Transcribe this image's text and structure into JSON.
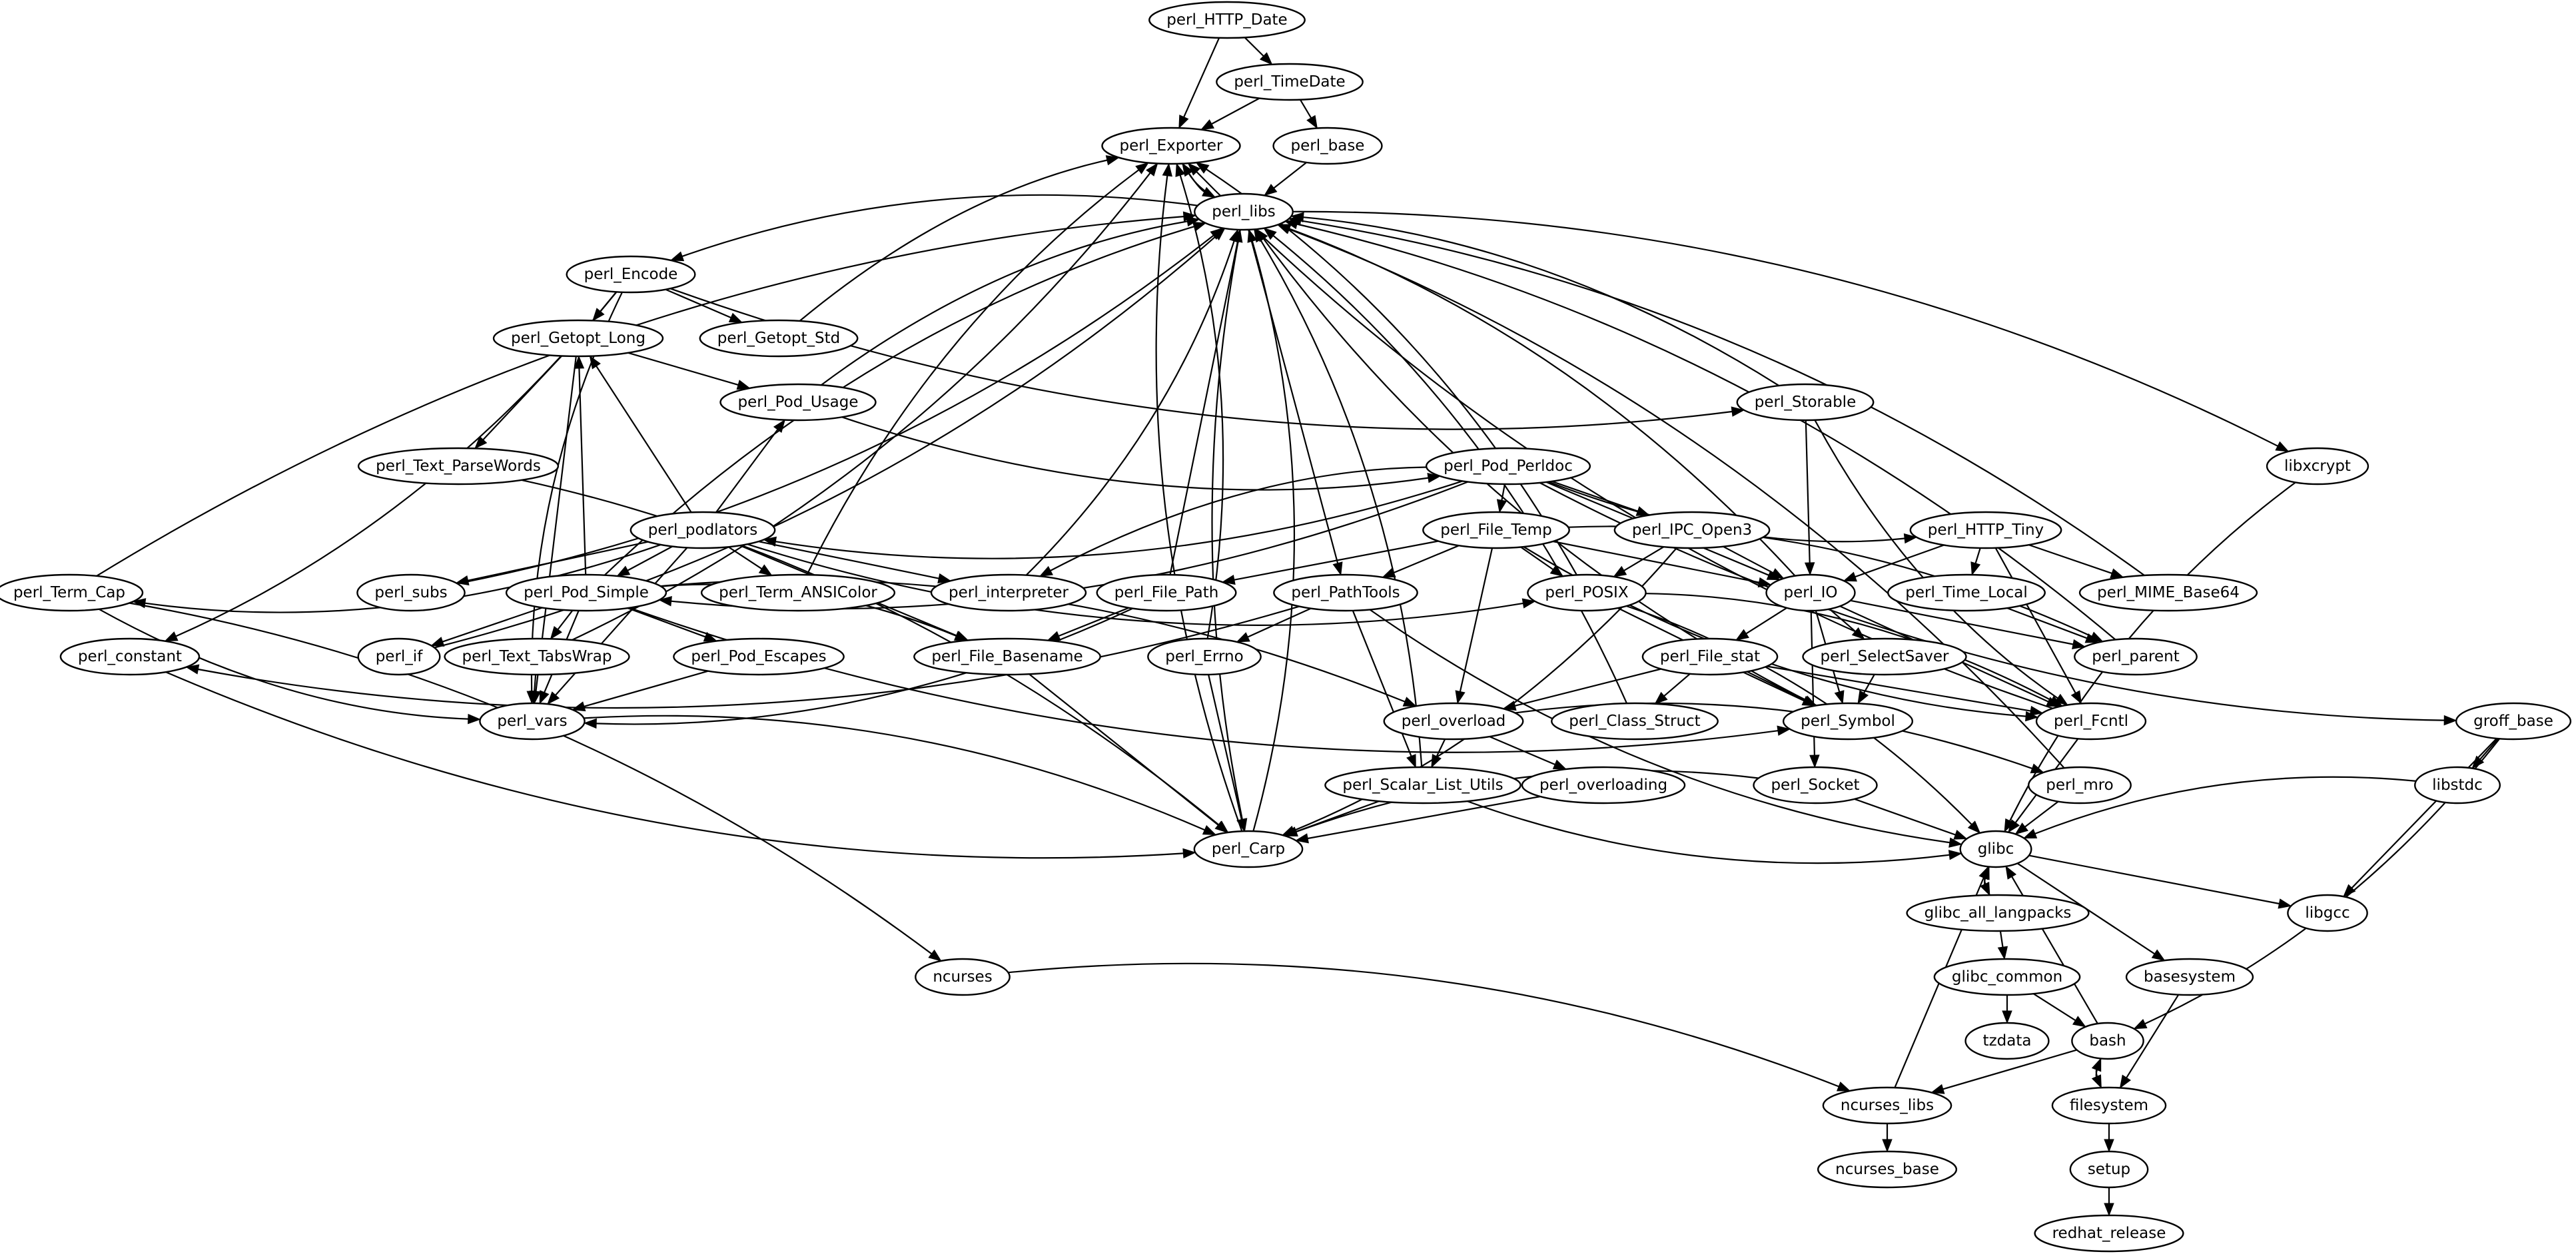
{
  "diagram": {
    "type": "directed-graph",
    "title": "",
    "colors": {
      "background": "#ffffff",
      "stroke": "#000000",
      "node_fill": "#ffffff",
      "text": "#000000"
    },
    "nodes": [
      "perl_HTTP_Date",
      "perl_TimeDate",
      "perl_Exporter",
      "perl_base",
      "perl_libs",
      "perl_Encode",
      "perl_Getopt_Long",
      "perl_Getopt_Std",
      "perl_Pod_Usage",
      "perl_Storable",
      "perl_Text_ParseWords",
      "libxcrypt",
      "perl_Pod_Perldoc",
      "perl_podlators",
      "perl_File_Temp",
      "perl_IPC_Open3",
      "perl_HTTP_Tiny",
      "perl_Term_Cap",
      "perl_subs",
      "perl_Pod_Simple",
      "perl_Term_ANSIColor",
      "perl_interpreter",
      "perl_File_Path",
      "perl_PathTools",
      "perl_POSIX",
      "perl_IO",
      "perl_Time_Local",
      "perl_MIME_Base64",
      "perl_constant",
      "perl_if",
      "perl_Text_TabsWrap",
      "perl_Pod_Escapes",
      "perl_File_Basename",
      "perl_Errno",
      "perl_File_stat",
      "perl_SelectSaver",
      "perl_parent",
      "perl_vars",
      "perl_overload",
      "perl_Class_Struct",
      "perl_Symbol",
      "perl_Fcntl",
      "groff_base",
      "perl_Scalar_List_Utils",
      "perl_overloading",
      "perl_Socket",
      "perl_mro",
      "libstdc",
      "perl_Carp",
      "glibc",
      "glibc_all_langpacks",
      "libgcc",
      "ncurses",
      "glibc_common",
      "basesystem",
      "tzdata",
      "bash",
      "ncurses_libs",
      "filesystem",
      "ncurses_base",
      "setup",
      "redhat_release"
    ],
    "edges": [
      [
        "perl_HTTP_Date",
        "perl_TimeDate"
      ],
      [
        "perl_HTTP_Date",
        "perl_Exporter"
      ],
      [
        "perl_TimeDate",
        "perl_Exporter"
      ],
      [
        "perl_TimeDate",
        "perl_base"
      ],
      [
        "perl_base",
        "perl_libs"
      ],
      [
        "perl_Exporter",
        "perl_libs"
      ],
      [
        "perl_libs",
        "perl_Exporter"
      ],
      [
        "perl_libs",
        "perl_Encode"
      ],
      [
        "perl_libs",
        "perl_PathTools"
      ],
      [
        "perl_libs",
        "perl_Carp"
      ],
      [
        "perl_libs",
        "libxcrypt"
      ],
      [
        "perl_Carp",
        "perl_libs"
      ],
      [
        "perl_Carp",
        "perl_Exporter"
      ],
      [
        "perl_Encode",
        "perl_Getopt_Long"
      ],
      [
        "perl_Encode",
        "perl_Getopt_Std"
      ],
      [
        "perl_Encode",
        "perl_Storable"
      ],
      [
        "perl_Encode",
        "perl_constant"
      ],
      [
        "perl_Encode",
        "perl_vars"
      ],
      [
        "perl_Getopt_Std",
        "perl_Exporter"
      ],
      [
        "perl_Getopt_Long",
        "perl_Text_ParseWords"
      ],
      [
        "perl_Getopt_Long",
        "perl_Pod_Usage"
      ],
      [
        "perl_Getopt_Long",
        "perl_vars"
      ],
      [
        "perl_Pod_Usage",
        "perl_libs"
      ],
      [
        "perl_Pod_Usage",
        "perl_Pod_Perldoc"
      ],
      [
        "perl_Text_ParseWords",
        "perl_Carp"
      ],
      [
        "perl_Storable",
        "perl_libs"
      ],
      [
        "perl_Storable",
        "perl_IO"
      ],
      [
        "perl_Storable",
        "perl_Fcntl"
      ],
      [
        "perl_Pod_Perldoc",
        "perl_podlators"
      ],
      [
        "perl_Pod_Perldoc",
        "perl_File_Temp"
      ],
      [
        "perl_Pod_Perldoc",
        "perl_IPC_Open3"
      ],
      [
        "perl_Pod_Perldoc",
        "perl_HTTP_Tiny"
      ],
      [
        "perl_Pod_Perldoc",
        "perl_Pod_Simple"
      ],
      [
        "perl_Pod_Perldoc",
        "perl_interpreter"
      ],
      [
        "perl_Pod_Perldoc",
        "perl_IO"
      ],
      [
        "perl_Pod_Perldoc",
        "groff_base"
      ],
      [
        "perl_podlators",
        "perl_Getopt_Long"
      ],
      [
        "perl_podlators",
        "perl_Pod_Usage"
      ],
      [
        "perl_podlators",
        "perl_Term_Cap"
      ],
      [
        "perl_podlators",
        "perl_subs"
      ],
      [
        "perl_podlators",
        "perl_Pod_Simple"
      ],
      [
        "perl_podlators",
        "perl_Term_ANSIColor"
      ],
      [
        "perl_podlators",
        "perl_interpreter"
      ],
      [
        "perl_podlators",
        "perl_POSIX"
      ],
      [
        "perl_podlators",
        "perl_File_Basename"
      ],
      [
        "perl_podlators",
        "perl_vars"
      ],
      [
        "perl_Term_Cap",
        "perl_libs"
      ],
      [
        "perl_Term_Cap",
        "perl_vars"
      ],
      [
        "perl_Term_Cap",
        "ncurses"
      ],
      [
        "perl_subs",
        "perl_libs"
      ],
      [
        "perl_Term_ANSIColor",
        "perl_Exporter"
      ],
      [
        "perl_interpreter",
        "perl_libs"
      ],
      [
        "perl_Pod_Simple",
        "perl_libs"
      ],
      [
        "perl_Pod_Simple",
        "perl_Getopt_Long"
      ],
      [
        "perl_Pod_Simple",
        "perl_if"
      ],
      [
        "perl_Pod_Simple",
        "perl_Text_TabsWrap"
      ],
      [
        "perl_Pod_Simple",
        "perl_Pod_Escapes"
      ],
      [
        "perl_Pod_Simple",
        "perl_vars"
      ],
      [
        "perl_Pod_Simple",
        "perl_File_Basename"
      ],
      [
        "perl_Pod_Simple",
        "perl_Symbol"
      ],
      [
        "perl_Pod_Simple",
        "perl_overload"
      ],
      [
        "perl_if",
        "perl_libs"
      ],
      [
        "perl_Text_TabsWrap",
        "perl_vars"
      ],
      [
        "perl_Text_TabsWrap",
        "perl_Exporter"
      ],
      [
        "perl_Pod_Escapes",
        "perl_vars"
      ],
      [
        "perl_constant",
        "perl_Carp"
      ],
      [
        "perl_vars",
        "perl_Carp"
      ],
      [
        "perl_File_Temp",
        "perl_File_Path"
      ],
      [
        "perl_File_Temp",
        "perl_PathTools"
      ],
      [
        "perl_File_Temp",
        "perl_POSIX"
      ],
      [
        "perl_File_Temp",
        "perl_IO"
      ],
      [
        "perl_File_Temp",
        "perl_overload"
      ],
      [
        "perl_File_Temp",
        "perl_parent"
      ],
      [
        "perl_File_Temp",
        "perl_Fcntl"
      ],
      [
        "perl_File_Path",
        "perl_libs"
      ],
      [
        "perl_File_Path",
        "perl_File_Basename"
      ],
      [
        "perl_File_Path",
        "perl_vars"
      ],
      [
        "perl_File_Basename",
        "perl_Carp"
      ],
      [
        "perl_PathTools",
        "perl_constant"
      ],
      [
        "perl_PathTools",
        "perl_Errno"
      ],
      [
        "perl_PathTools",
        "perl_Scalar_List_Utils"
      ],
      [
        "perl_PathTools",
        "glibc"
      ],
      [
        "perl_Errno",
        "perl_Carp"
      ],
      [
        "perl_Errno",
        "perl_Exporter"
      ],
      [
        "perl_IPC_Open3",
        "perl_POSIX"
      ],
      [
        "perl_IPC_Open3",
        "perl_IO"
      ],
      [
        "perl_IPC_Open3",
        "perl_Carp"
      ],
      [
        "perl_POSIX",
        "perl_Exporter"
      ],
      [
        "perl_POSIX",
        "perl_Fcntl"
      ],
      [
        "perl_POSIX",
        "perl_Symbol"
      ],
      [
        "perl_POSIX",
        "glibc"
      ],
      [
        "perl_HTTP_Tiny",
        "perl_IO"
      ],
      [
        "perl_HTTP_Tiny",
        "perl_Time_Local"
      ],
      [
        "perl_HTTP_Tiny",
        "perl_MIME_Base64"
      ],
      [
        "perl_HTTP_Tiny",
        "perl_Fcntl"
      ],
      [
        "perl_MIME_Base64",
        "perl_libs"
      ],
      [
        "perl_Time_Local",
        "perl_parent"
      ],
      [
        "perl_IO",
        "perl_libs"
      ],
      [
        "perl_IO",
        "perl_File_stat"
      ],
      [
        "perl_IO",
        "perl_SelectSaver"
      ],
      [
        "perl_IO",
        "perl_Symbol"
      ],
      [
        "perl_IO",
        "perl_Socket"
      ],
      [
        "perl_IO",
        "perl_Fcntl"
      ],
      [
        "perl_IO",
        "perl_parent"
      ],
      [
        "perl_File_stat",
        "perl_overload"
      ],
      [
        "perl_File_stat",
        "perl_Class_Struct"
      ],
      [
        "perl_File_stat",
        "perl_Symbol"
      ],
      [
        "perl_File_stat",
        "perl_Fcntl"
      ],
      [
        "perl_SelectSaver",
        "perl_Symbol"
      ],
      [
        "perl_parent",
        "perl_libs"
      ],
      [
        "perl_Symbol",
        "perl_libs"
      ],
      [
        "perl_Class_Struct",
        "perl_libs"
      ],
      [
        "perl_Fcntl",
        "perl_Exporter"
      ],
      [
        "perl_Fcntl",
        "glibc"
      ],
      [
        "perl_overload",
        "perl_Scalar_List_Utils"
      ],
      [
        "perl_overload",
        "perl_overloading"
      ],
      [
        "perl_overload",
        "perl_mro"
      ],
      [
        "perl_Scalar_List_Utils",
        "perl_libs"
      ],
      [
        "perl_Scalar_List_Utils",
        "perl_Carp"
      ],
      [
        "perl_Scalar_List_Utils",
        "glibc"
      ],
      [
        "perl_overloading",
        "perl_Carp"
      ],
      [
        "perl_Socket",
        "perl_Carp"
      ],
      [
        "perl_Socket",
        "glibc"
      ],
      [
        "perl_mro",
        "perl_libs"
      ],
      [
        "perl_mro",
        "glibc"
      ],
      [
        "libxcrypt",
        "glibc"
      ],
      [
        "groff_base",
        "libstdc"
      ],
      [
        "groff_base",
        "libgcc"
      ],
      [
        "groff_base",
        "bash"
      ],
      [
        "libstdc",
        "glibc"
      ],
      [
        "glibc",
        "glibc_all_langpacks"
      ],
      [
        "glibc_all_langpacks",
        "glibc"
      ],
      [
        "glibc",
        "libgcc"
      ],
      [
        "glibc",
        "basesystem"
      ],
      [
        "glibc_all_langpacks",
        "glibc_common"
      ],
      [
        "glibc_common",
        "tzdata"
      ],
      [
        "glibc_common",
        "bash"
      ],
      [
        "bash",
        "glibc"
      ],
      [
        "bash",
        "ncurses_libs"
      ],
      [
        "bash",
        "filesystem"
      ],
      [
        "filesystem",
        "bash"
      ],
      [
        "basesystem",
        "filesystem"
      ],
      [
        "ncurses",
        "ncurses_libs"
      ],
      [
        "ncurses_libs",
        "glibc"
      ],
      [
        "ncurses_libs",
        "ncurses_base"
      ],
      [
        "filesystem",
        "setup"
      ],
      [
        "setup",
        "redhat_release"
      ]
    ]
  }
}
